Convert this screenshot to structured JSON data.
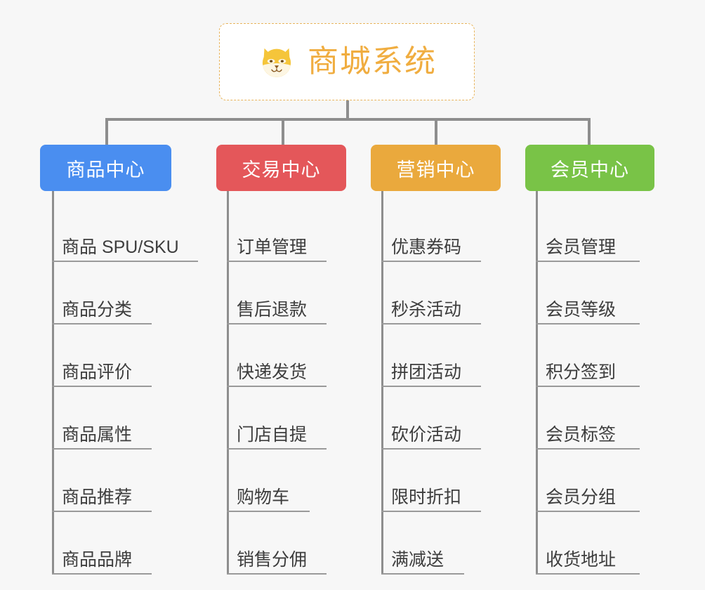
{
  "page": {
    "background_color": "#f7f7f7",
    "text_color": "#3d3d3d",
    "line_color": "#8e8e8e"
  },
  "root": {
    "title": "商城系统",
    "icon": "shiba-dog-face-icon",
    "border_color": "#e8b45c",
    "text_color": "#f0ad40",
    "background_color": "#ffffff"
  },
  "categories": [
    {
      "label": "商品中心",
      "color": "#4a8ef0",
      "items": [
        "商品 SPU/SKU",
        "商品分类",
        "商品评价",
        "商品属性",
        "商品推荐",
        "商品品牌"
      ]
    },
    {
      "label": "交易中心",
      "color": "#e4575a",
      "items": [
        "订单管理",
        "售后退款",
        "快递发货",
        "门店自提",
        "购物车",
        "销售分佣"
      ]
    },
    {
      "label": "营销中心",
      "color": "#eaa93d",
      "items": [
        "优惠券码",
        "秒杀活动",
        "拼团活动",
        "砍价活动",
        "限时折扣",
        "满减送"
      ]
    },
    {
      "label": "会员中心",
      "color": "#79c347",
      "items": [
        "会员管理",
        "会员等级",
        "积分签到",
        "会员标签",
        "会员分组",
        "收货地址"
      ]
    }
  ]
}
